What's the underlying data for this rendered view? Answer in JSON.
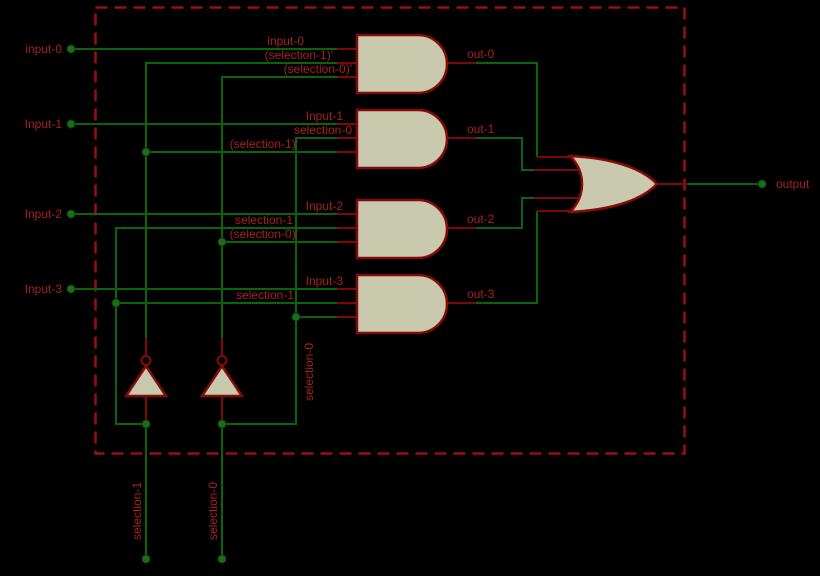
{
  "colors": {
    "background": "#000000",
    "wire_green": "#0B640B",
    "gate_fill": "#C9C9AE",
    "gate_outline": "#840A0A",
    "label_red": "#A52121",
    "border_red": "#9A0F0F"
  },
  "inputs": [
    {
      "label": "input-0"
    },
    {
      "label": "Input-1"
    },
    {
      "label": "Input-2"
    },
    {
      "label": "Input-3"
    }
  ],
  "and_gates": [
    {
      "pins": [
        "input-0",
        "(selection-1)'",
        "(selection-0)'"
      ],
      "out": "out-0"
    },
    {
      "pins": [
        "Input-1",
        "selection-0",
        "(selection-1)'"
      ],
      "out": "out-1"
    },
    {
      "pins": [
        "Input-2",
        "selection-1",
        "(selection-0)'"
      ],
      "out": "out-2"
    },
    {
      "pins": [
        "Input-3",
        "selection-1",
        "selection-0"
      ],
      "out": "out-3"
    }
  ],
  "or_gate": {
    "out": "output"
  },
  "selection_inputs": [
    {
      "label": "selection-1"
    },
    {
      "label": "selection-0"
    }
  ]
}
